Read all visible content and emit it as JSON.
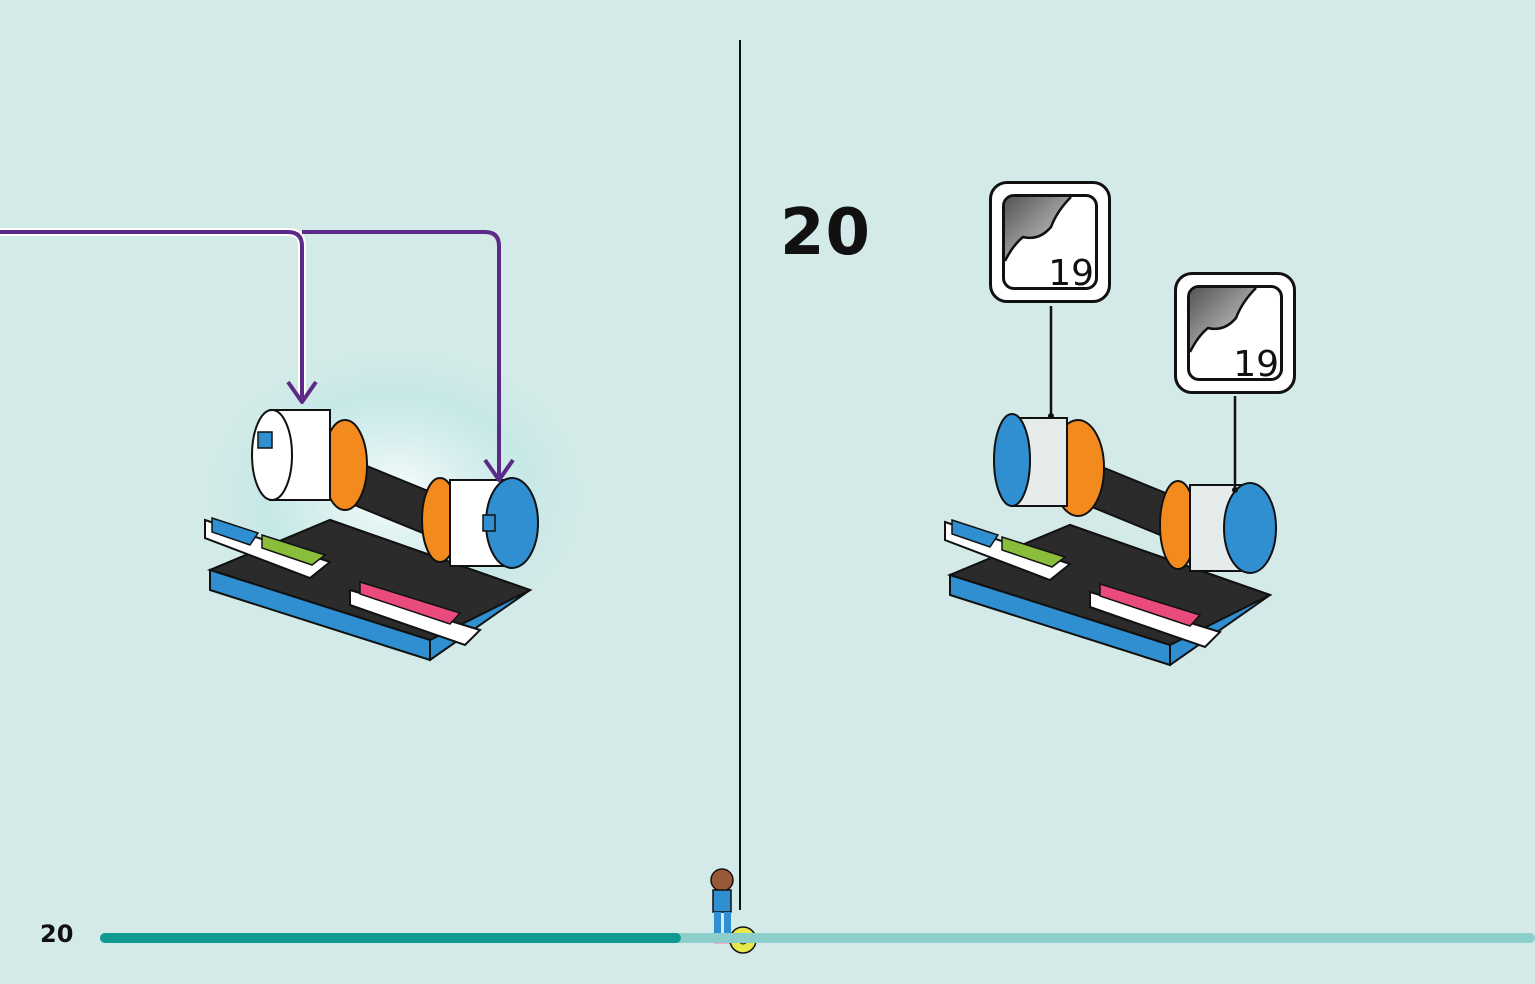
{
  "step": {
    "number": "20"
  },
  "footer": {
    "page_number": "20",
    "progress_fraction": 0.405
  },
  "callouts": [
    {
      "quantity": "19"
    },
    {
      "quantity": "19"
    }
  ],
  "colors": {
    "background": "#d4eae8",
    "arrow": "#5b2a86",
    "progress_done": "#10998f",
    "progress_remaining": "#8ccfca",
    "orange": "#f28a1e",
    "blue": "#2f8fd0",
    "green": "#8bbd3c",
    "pink": "#ea4b7d"
  },
  "icons": [
    "sticker-sheet-icon",
    "minifigure-icon",
    "soccer-ball-icon"
  ]
}
